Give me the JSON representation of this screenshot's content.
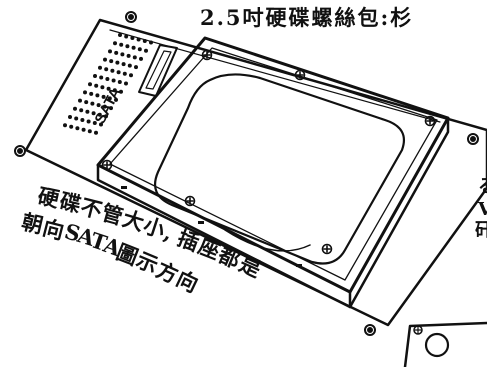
{
  "title": "2.5吋硬碟螺絲包:",
  "title_trailing_fragment": "杉",
  "connector_label": "SATA",
  "caption_line1": "硬碟不管大小,插座都是",
  "caption_line2": "朝向SATA圖示方向",
  "right_edge_fragments": [
    "る",
    "V",
    "矸"
  ],
  "stroke_color": "#111111"
}
